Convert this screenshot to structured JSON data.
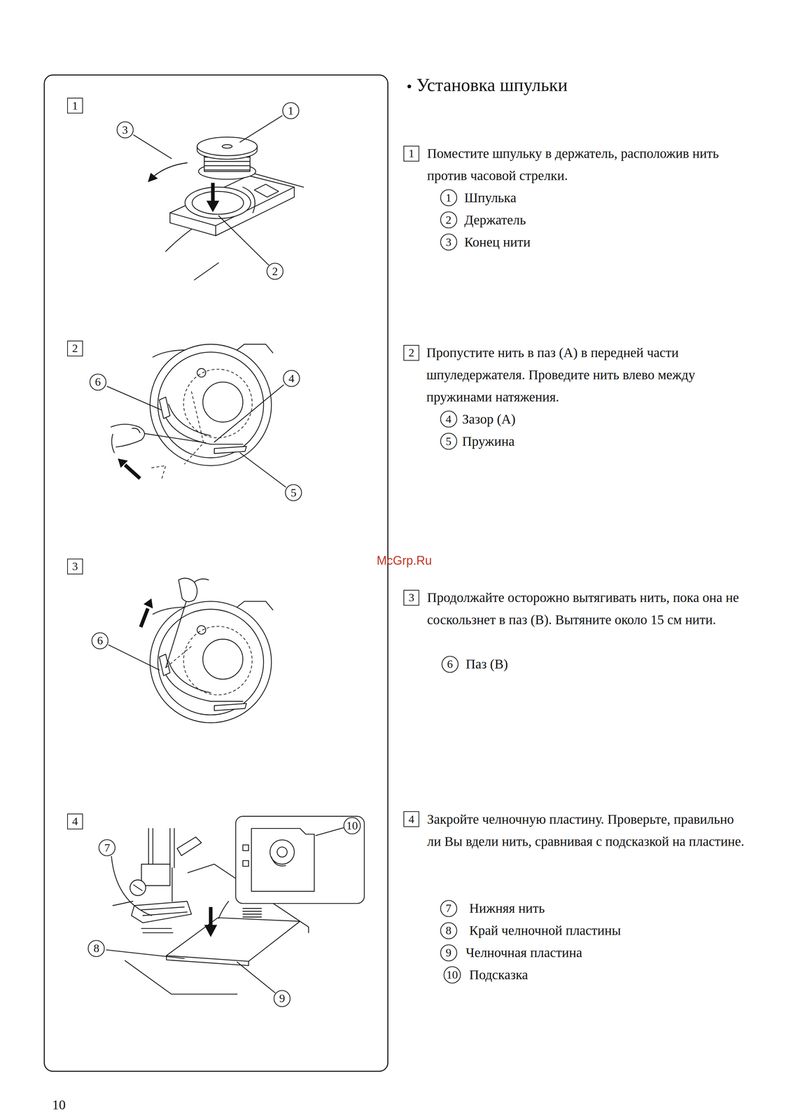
{
  "diagram": {
    "title": "Установка шпульки",
    "nodes": [
      {
        "text": [
          "1"
        ]
      },
      {
        "text": [
          "3"
        ]
      },
      {
        "text": [
          "1"
        ]
      },
      {
        "text": [
          "2"
        ]
      },
      {
        "text": [
          "1"
        ]
      },
      {
        "text": [
          "1"
        ]
      },
      {
        "text": [
          "2"
        ]
      },
      {
        "text": [
          "3"
        ]
      },
      {
        "text": [
          "2"
        ]
      },
      {
        "text": [
          "6"
        ]
      },
      {
        "text": [
          "4"
        ]
      },
      {
        "text": [
          "5"
        ]
      },
      {
        "text": [
          "2"
        ]
      },
      {
        "text": [
          "4"
        ]
      },
      {
        "text": [
          "5"
        ]
      },
      {
        "text": [
          "3"
        ]
      },
      {
        "text": [
          "6"
        ]
      },
      {
        "text": [
          "3"
        ]
      },
      {
        "text": [
          "6"
        ]
      },
      {
        "text": [
          "4"
        ]
      },
      {
        "text": [
          "7"
        ]
      },
      {
        "text": [
          "10"
        ]
      },
      {
        "text": [
          "8"
        ]
      },
      {
        "text": [
          "9"
        ]
      },
      {
        "text": [
          "4"
        ]
      },
      {
        "text": [
          "7"
        ]
      },
      {
        "text": [
          "8"
        ]
      },
      {
        "text": [
          "9"
        ]
      },
      {
        "text": [
          "10"
        ]
      }
    ],
    "labels": [
      "Поместите шпульку в держатель, расположив нить против часовой стрелки.",
      "Шпулька",
      "Держатель",
      "Конец нити",
      "Пропустите нить в паз (А) в передней части шпуледержателя. Проведите нить влево между пружинами натяжения.",
      "Зазор (А)",
      "Пружина",
      "McGrp.Ru",
      "Продолжайте осторожно вытягивать нить, пока она не соскользнет в паз (В). Вытяните около 15 см нити.",
      "Паз (В)",
      "Закройте челночную пластину. Проверьте, правильно ли Вы вдели нить, сравнивая с подсказкой на пластине.",
      "Нижняя нить",
      "Край челночной пластины",
      "Челночная пластина",
      "Подсказка",
      "10"
    ]
  }
}
